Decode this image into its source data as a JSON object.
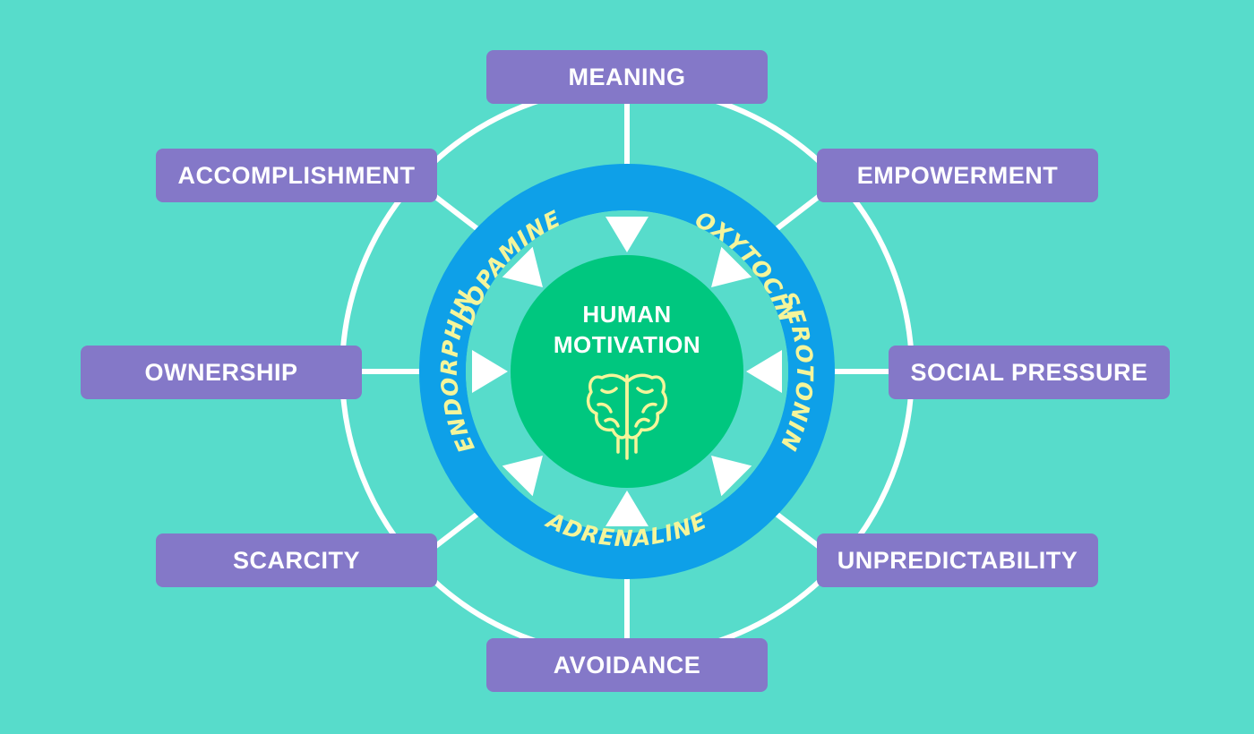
{
  "center": {
    "line1": "HUMAN",
    "line2": "MOTIVATION",
    "icon": "brain-icon"
  },
  "neurotransmitters": {
    "dopamine": "DOPAMINE",
    "oxytocin": "OXYTOCIN",
    "serotonin": "SEROTONIN",
    "adrenaline": "ADRENALINE",
    "endorphin": "ENDORPHIN"
  },
  "drivers": {
    "meaning": "MEANING",
    "empowerment": "EMPOWERMENT",
    "social_pressure": "SOCIAL PRESSURE",
    "unpredictability": "UNPREDICTABILITY",
    "avoidance": "AVOIDANCE",
    "scarcity": "SCARCITY",
    "ownership": "OWNERSHIP",
    "accomplishment": "ACCOMPLISHMENT"
  },
  "colors": {
    "background": "#57dccb",
    "box": "#8478c8",
    "ring": "#0ea0e8",
    "core": "#00c77f",
    "neuro_text": "#f5f59a",
    "lines": "#ffffff"
  }
}
